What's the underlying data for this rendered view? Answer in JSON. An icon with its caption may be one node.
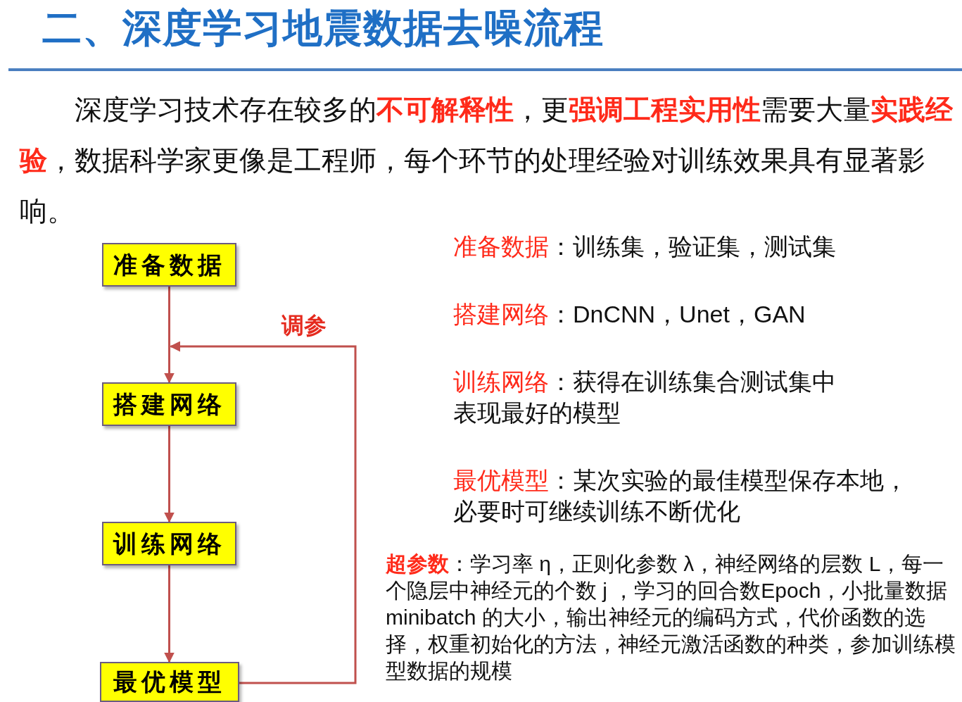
{
  "diagram": {
    "title": "二、深度学习地震数据去噪流程",
    "nodes": [
      {
        "text": [
          "准备数据"
        ]
      },
      {
        "text": [
          "搭建网络"
        ]
      },
      {
        "text": [
          "训练网络"
        ]
      },
      {
        "text": [
          "最优模型"
        ]
      }
    ],
    "edges": [
      {
        "from": 0,
        "to": 1,
        "arrow": "to"
      },
      {
        "from": 1,
        "to": 2,
        "arrow": "to"
      },
      {
        "from": 2,
        "to": 3,
        "arrow": "to"
      },
      {
        "from": 3,
        "to": 1,
        "arrow": "to",
        "label": "调参"
      }
    ],
    "labels": [
      "深度学习技术存在较多的**不可解释性**，更**强调工程实用性**需要大量**实践经验**，数据科学家更像是工程师，每个环节的处理经验对训练效果具有显著影响。",
      "*准备数据*：训练集，验证集，测试集",
      "*搭建网络*：DnCNN，Unet，GAN",
      "*训练网络*：获得在训练集合测试集中表现最好的模型",
      "*最优模型*：某次实验的最佳模型保存本地，必要时可继续训练不断优化",
      "**超参数**：学习率 η，正则化参数 λ，神经网络的层数 L，每一个隐层中神经元的个数 j ，学习的回合数Epoch，小批量数据 minibatch 的大小，输出神经元的编码方式，代价函数的选择，权重初始化的方法，神经元激活函数的种类，参加训练模型数据的规模"
    ]
  }
}
